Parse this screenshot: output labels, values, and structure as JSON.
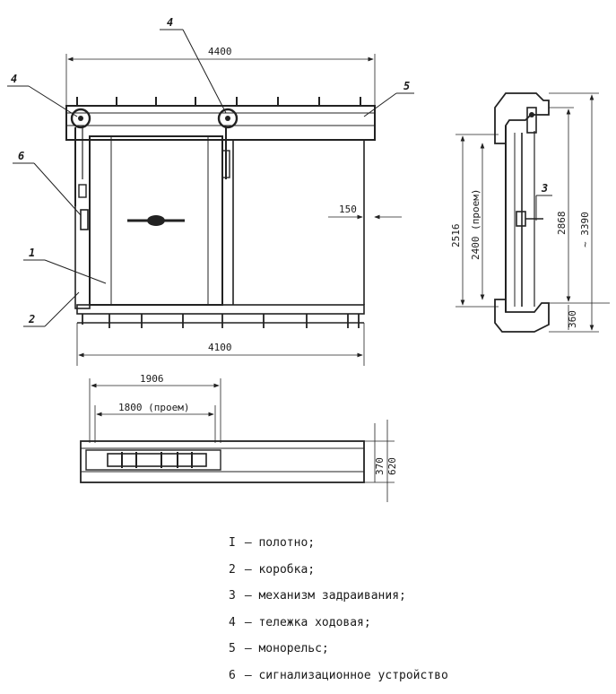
{
  "dimensions": {
    "top_width": "4400",
    "bottom_width": "4100",
    "gap": "150",
    "plan_outer": "1906",
    "plan_opening": "1800 (проем)",
    "plan_depth_a": "370",
    "plan_depth_b": "620",
    "side_2516": "2516",
    "side_opening": "2400 (проем)",
    "side_2868": "2868",
    "side_total": "~ 3390",
    "side_360": "360"
  },
  "callouts": {
    "c1": "1",
    "c2": "2",
    "c3": "3",
    "c4a": "4",
    "c4b": "4",
    "c5": "5",
    "c6": "6"
  },
  "legend": [
    {
      "num": "I",
      "text": "полотно;"
    },
    {
      "num": "2",
      "text": "коробка;"
    },
    {
      "num": "3",
      "text": "механизм задраивания;"
    },
    {
      "num": "4",
      "text": "тележка ходовая;"
    },
    {
      "num": "5",
      "text": "монорельс;"
    },
    {
      "num": "6",
      "text": "сигнализационное устройство"
    }
  ],
  "legend_separator": "–"
}
